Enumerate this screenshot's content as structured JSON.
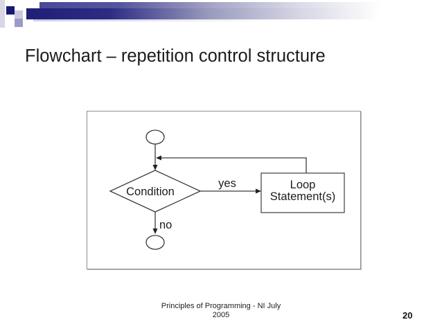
{
  "slide": {
    "title": "Flowchart – repetition control structure",
    "footer": {
      "line1": "Principles of Programming - NI July",
      "line2": "2005"
    },
    "page_number": "20"
  },
  "flowchart": {
    "condition_label": "Condition",
    "yes_label": "yes",
    "no_label": "no",
    "loop_label_line1": "Loop",
    "loop_label_line2": "Statement(s)"
  },
  "decor": {
    "banner_navy_dark": "#201f78",
    "banner_fade_mid": "#9a9abe",
    "square_navy": "#191975",
    "square_light_lavender": "#c9c9e2",
    "square_medium_lavender": "#9b9bca",
    "left_strip": "#d7d7e6",
    "frame_border": "#8f8f8f",
    "shape_stroke": "#3a3a3a"
  }
}
